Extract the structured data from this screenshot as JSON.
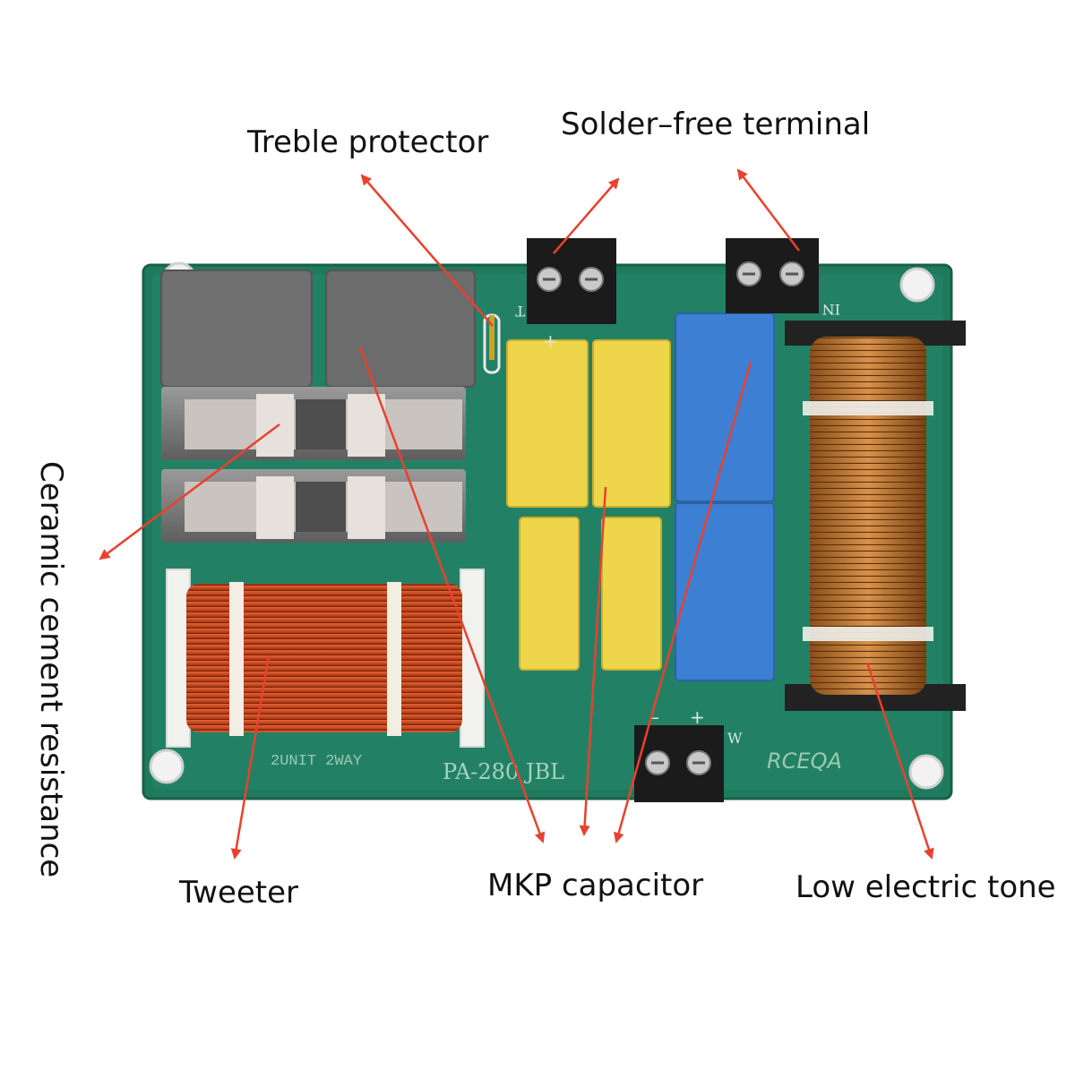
{
  "labels": {
    "treble_protector": "Treble protector",
    "solder_free_terminal": "Solder–free terminal",
    "ceramic_cement_resistance": "Ceramic cement resistance",
    "tweeter": "Tweeter",
    "mkp_capacitor": "MKP capacitor",
    "low_electric_tone": "Low electric tone"
  },
  "board": {
    "silkscreen_model": "PA-280 JBL",
    "silkscreen_config": "2UNIT 2WAY",
    "silkscreen_brand": "RCEQA",
    "terminal_plus": "+",
    "terminal_minus": "–",
    "terminal_t": "T",
    "terminal_in": "IN",
    "terminal_w": "W"
  },
  "colors": {
    "pcb": "#1f7a5c",
    "arrow": "#e8412f",
    "capacitor_gray": "#707070",
    "capacitor_yellow": "#efd54a",
    "capacitor_blue": "#3d7fd2",
    "copper_red": "#c8471f",
    "copper_brown": "#b8742c"
  }
}
